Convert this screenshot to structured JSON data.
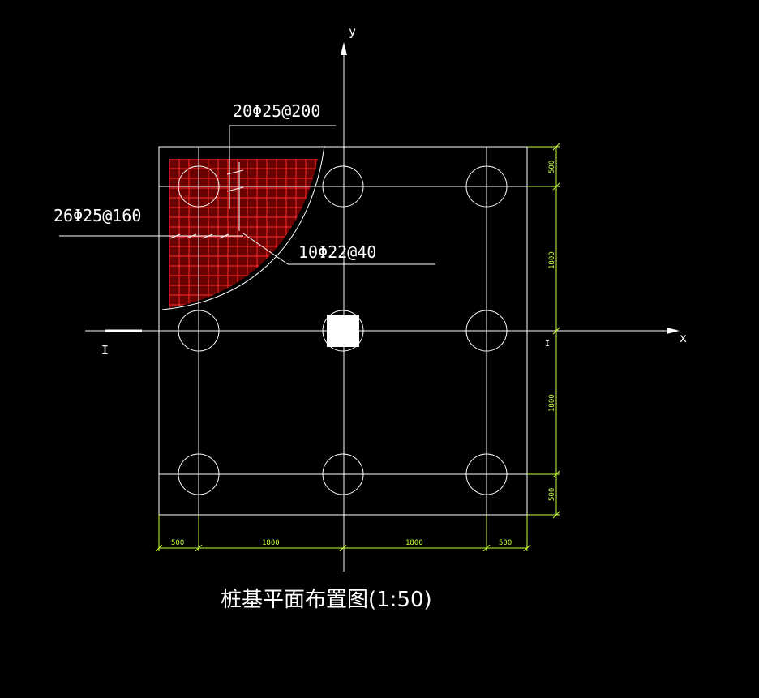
{
  "axes": {
    "y_label": "y",
    "x_label": "x"
  },
  "section_marks": {
    "left": "I",
    "right": "I"
  },
  "rebar_labels": {
    "top": "20Φ25@200",
    "left": "26Φ25@160",
    "mid": "10Φ22@40"
  },
  "dimensions": {
    "right": [
      "500",
      "1800",
      "1800",
      "500"
    ],
    "bottom": [
      "500",
      "1800",
      "1800",
      "500"
    ]
  },
  "title": "桩基平面布置图(1:50)",
  "colors": {
    "background": "#000000",
    "line": "#ffffff",
    "dimension": "#c8ff3c",
    "rebar_mesh": "#ff2a2a",
    "mesh_fill": "#6a0000"
  }
}
